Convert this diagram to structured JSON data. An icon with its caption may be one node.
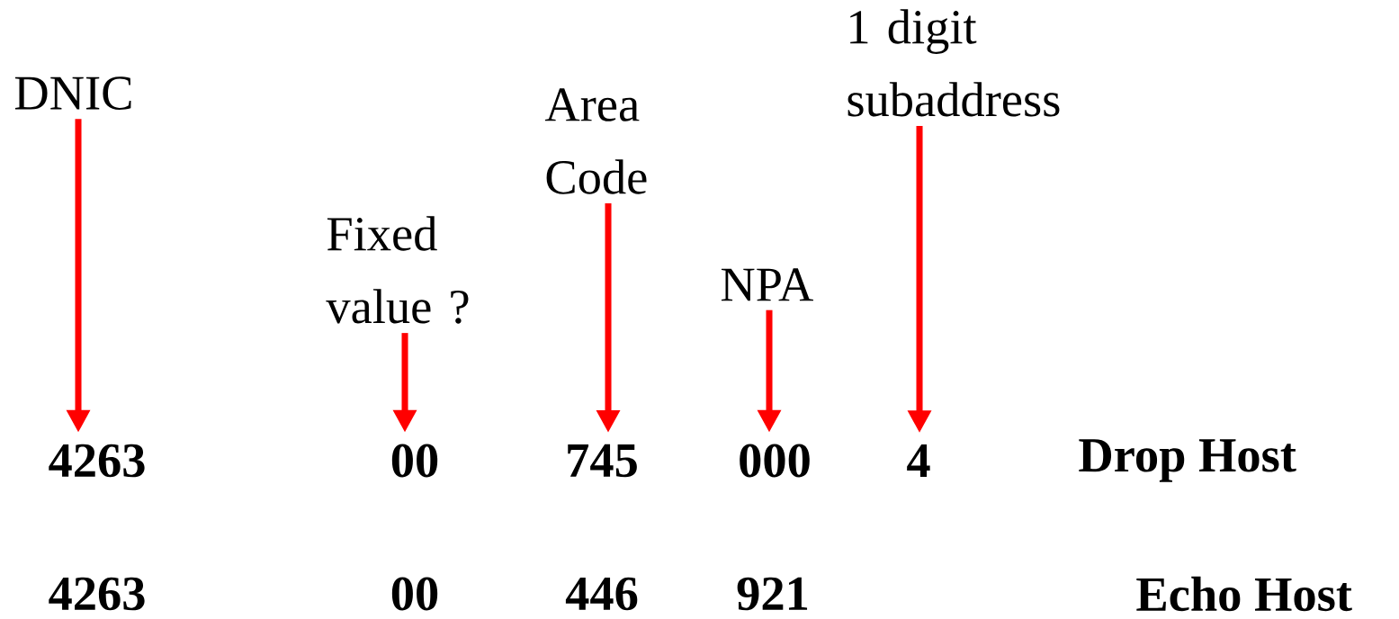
{
  "diagram": {
    "nodes": [
      {
        "text": [
          "DNIC"
        ]
      },
      {
        "text": [
          "Fixed value ?"
        ]
      },
      {
        "text": [
          "Area Code"
        ]
      },
      {
        "text": [
          "NPA"
        ]
      },
      {
        "text": [
          "1 digit subaddress"
        ]
      },
      {
        "text": [
          "4263"
        ]
      },
      {
        "text": [
          "00"
        ]
      },
      {
        "text": [
          "745"
        ]
      },
      {
        "text": [
          "000"
        ]
      },
      {
        "text": [
          "4"
        ]
      }
    ],
    "edges": [
      {
        "from": 0,
        "to": 5,
        "arrow": "to"
      },
      {
        "from": 1,
        "to": 6,
        "arrow": "to"
      },
      {
        "from": 2,
        "to": 7,
        "arrow": "to"
      },
      {
        "from": 3,
        "to": 8,
        "arrow": "to"
      },
      {
        "from": 4,
        "to": 9,
        "arrow": "to"
      }
    ],
    "labels": [
      "Drop Host",
      "4263",
      "00",
      "446",
      "921",
      "Echo Host"
    ]
  }
}
